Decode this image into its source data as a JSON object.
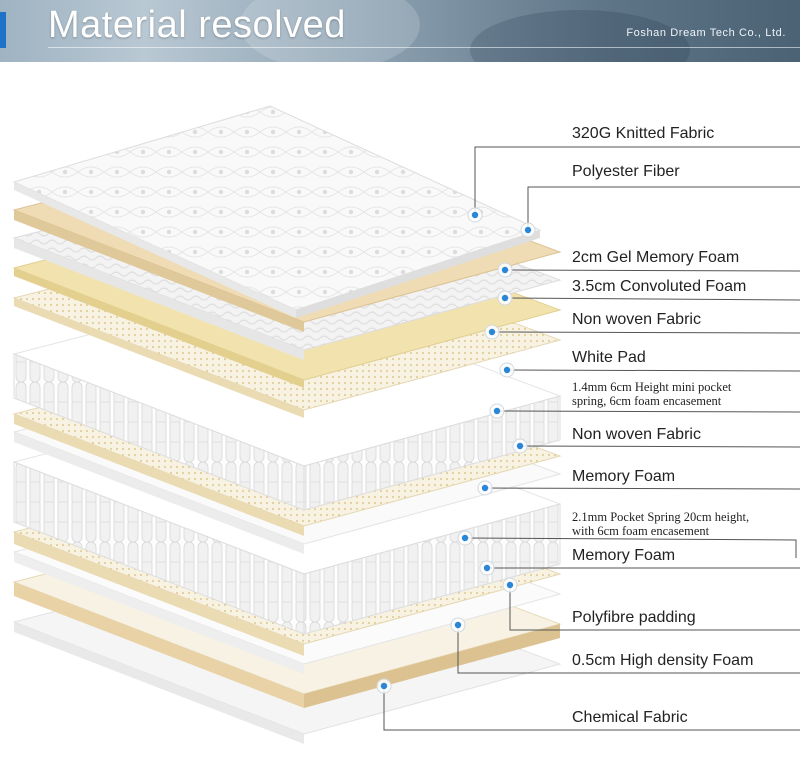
{
  "header": {
    "title": "Material resolved",
    "company": "Foshan Dream Tech Co., Ltd."
  },
  "colors": {
    "accent": "#1e73c8",
    "dot": "#2a86d6",
    "leader": "#555555",
    "tan": "#e8d2a6",
    "yellow": "#f2e3ae",
    "white_layer": "#f7f7f7"
  },
  "layers": [
    {
      "label": "320G Knitted Fabric"
    },
    {
      "label": "Polyester Fiber"
    },
    {
      "label": "2cm Gel Memory  Foam"
    },
    {
      "label": "3.5cm Convoluted Foam"
    },
    {
      "label": "Non woven Fabric"
    },
    {
      "label": "White Pad"
    },
    {
      "label": "1.4mm 6cm Height mini pocket",
      "label2": "spring, 6cm foam encasement"
    },
    {
      "label": "Non woven Fabric"
    },
    {
      "label": "Memory Foam"
    },
    {
      "label": "2.1mm Pocket Spring 20cm height,",
      "label2": "with 6cm foam encasement"
    },
    {
      "label": "Memory Foam"
    },
    {
      "label": "Polyfibre padding"
    },
    {
      "label": "0.5cm High density Foam"
    },
    {
      "label": "Chemical Fabric"
    }
  ]
}
